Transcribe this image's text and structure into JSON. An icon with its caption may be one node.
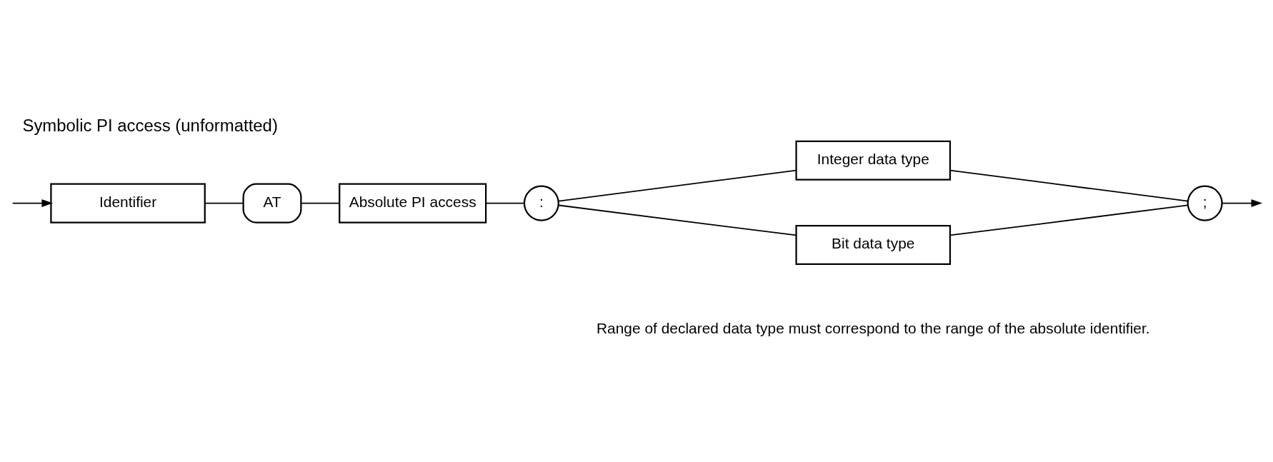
{
  "diagram": {
    "title": "Symbolic PI access (unformatted)",
    "nodes": [
      {
        "text": [
          "Identifier"
        ]
      },
      {
        "text": [
          "AT"
        ]
      },
      {
        "text": [
          "Absolute PI access"
        ]
      },
      {
        "text": [
          ":"
        ]
      },
      {
        "text": [
          "Integer data type"
        ]
      },
      {
        "text": [
          "Bit data type"
        ]
      },
      {
        "text": [
          ";"
        ]
      }
    ],
    "edges": [
      {
        "from": null,
        "to": 0,
        "arrow": "to"
      },
      {
        "from": 0,
        "to": 1,
        "arrow": "none"
      },
      {
        "from": 1,
        "to": 2,
        "arrow": "none"
      },
      {
        "from": 2,
        "to": 3,
        "arrow": "none"
      },
      {
        "from": 3,
        "to": 4,
        "arrow": "none"
      },
      {
        "from": 3,
        "to": 5,
        "arrow": "none"
      },
      {
        "from": 4,
        "to": 6,
        "arrow": "none"
      },
      {
        "from": 5,
        "to": 6,
        "arrow": "none"
      },
      {
        "from": 6,
        "to": null,
        "arrow": "to"
      }
    ],
    "labels": [
      "Range of declared data type must correspond to the range of the absolute identifier."
    ]
  }
}
